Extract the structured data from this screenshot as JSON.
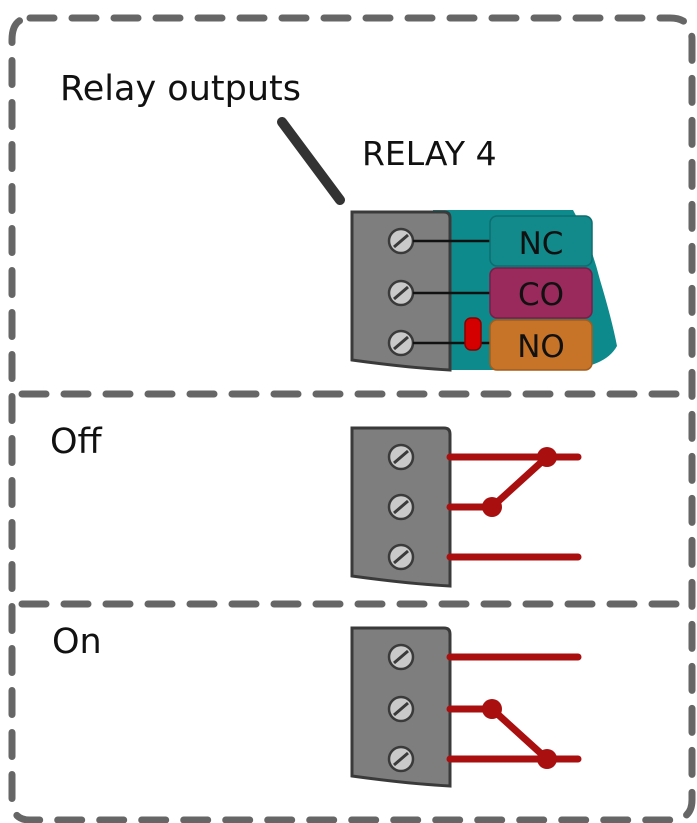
{
  "labels": {
    "section_title": "Relay outputs",
    "relay_name": "RELAY 4",
    "terminal_nc": "NC",
    "terminal_co": "CO",
    "terminal_no": "NO",
    "state_off": "Off",
    "state_on": "On"
  },
  "colors": {
    "board_teal": "#0d8a8c",
    "nc_tag": "#12898b",
    "co_tag": "#9a2a5c",
    "no_tag": "#c77428",
    "wire_red": "#a90f0f",
    "led_red": "#d40000",
    "terminal_block": "#7e7e7e",
    "dashed_border": "#666666"
  },
  "states": [
    {
      "label_key": "state_off",
      "closed_contact": "NC"
    },
    {
      "label_key": "state_on",
      "closed_contact": "NO"
    }
  ]
}
